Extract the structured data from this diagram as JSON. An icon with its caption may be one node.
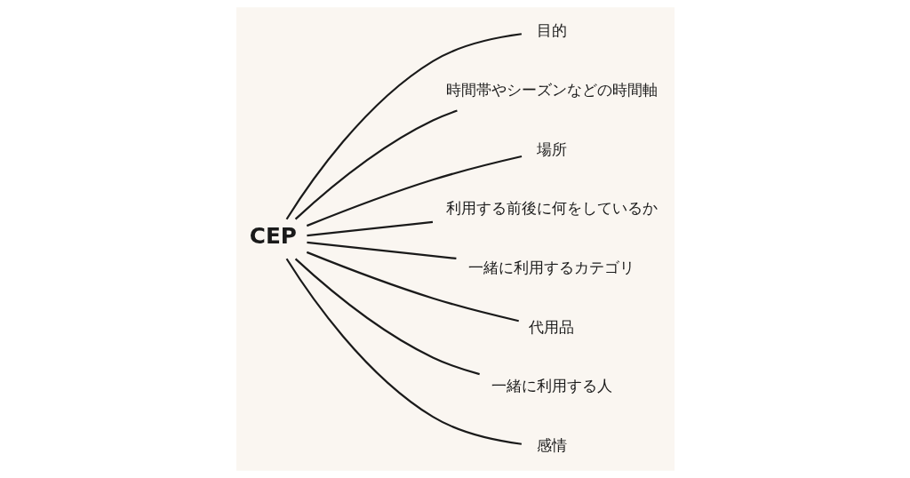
{
  "diagram": {
    "nodes": [
      {
        "text": [
          "CEP"
        ]
      },
      {
        "text": [
          "目的"
        ]
      },
      {
        "text": [
          "時間帯やシーズンなどの時間軸"
        ]
      },
      {
        "text": [
          "場所"
        ]
      },
      {
        "text": [
          "利用する前後に何をしているか"
        ]
      },
      {
        "text": [
          "一緒に利用するカテゴリ"
        ]
      },
      {
        "text": [
          "代用品"
        ]
      },
      {
        "text": [
          "一緒に利用する人"
        ]
      },
      {
        "text": [
          "感情"
        ]
      }
    ],
    "edges": [
      {
        "from": 0,
        "to": 1,
        "arrow": "none"
      },
      {
        "from": 0,
        "to": 2,
        "arrow": "none"
      },
      {
        "from": 0,
        "to": 3,
        "arrow": "none"
      },
      {
        "from": 0,
        "to": 4,
        "arrow": "none"
      },
      {
        "from": 0,
        "to": 5,
        "arrow": "none"
      },
      {
        "from": 0,
        "to": 6,
        "arrow": "none"
      },
      {
        "from": 0,
        "to": 7,
        "arrow": "none"
      },
      {
        "from": 0,
        "to": 8,
        "arrow": "none"
      }
    ]
  }
}
